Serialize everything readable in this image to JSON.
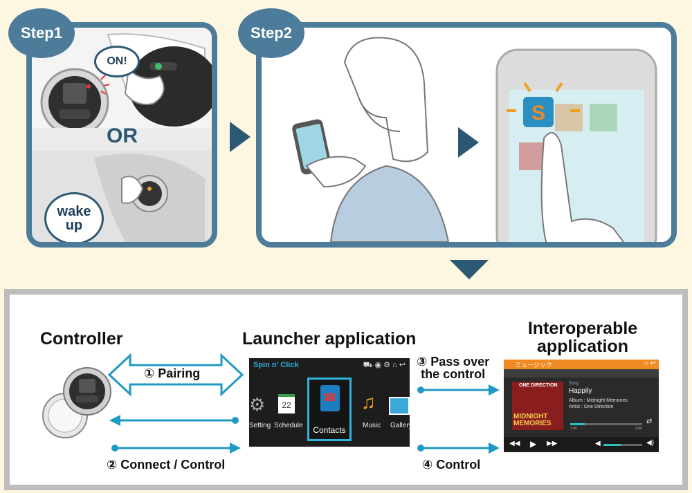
{
  "steps": {
    "step1": "Step1",
    "step2": "Step2",
    "on": "ON!",
    "or": "OR",
    "wake_up_1": "wake",
    "wake_up_2": "up"
  },
  "diagram": {
    "controller": "Controller",
    "launcher": "Launcher application",
    "interop_1": "Interoperable",
    "interop_2": "application",
    "pairing": "① Pairing",
    "connect_control": "② Connect / Control",
    "pass_over_1": "③ Pass over",
    "pass_over_2": "the control",
    "control": "④ Control"
  },
  "launcher_screen": {
    "brand": "Spin n' Click",
    "items": [
      "Setting",
      "Schedule",
      "Contacts",
      "Music",
      "Gallery"
    ],
    "calendar_day": "22"
  },
  "music_screen": {
    "title": "ミュージック",
    "song_label": "Song",
    "song": "Happily",
    "album": "Album : Midnight Memories",
    "artist": "Artist : One Direction",
    "cover_band": "ONE DIRECTION",
    "cover_title": "MIDNIGHT MEMORIES",
    "time_start": "1:40",
    "time_end": "3:46",
    "progress": 0.2,
    "volume": 0.45
  },
  "colors": {
    "frame": "#4c7c99",
    "arrow": "#2d5873",
    "link": "#1f9ac4",
    "accent": "#f08a22"
  }
}
